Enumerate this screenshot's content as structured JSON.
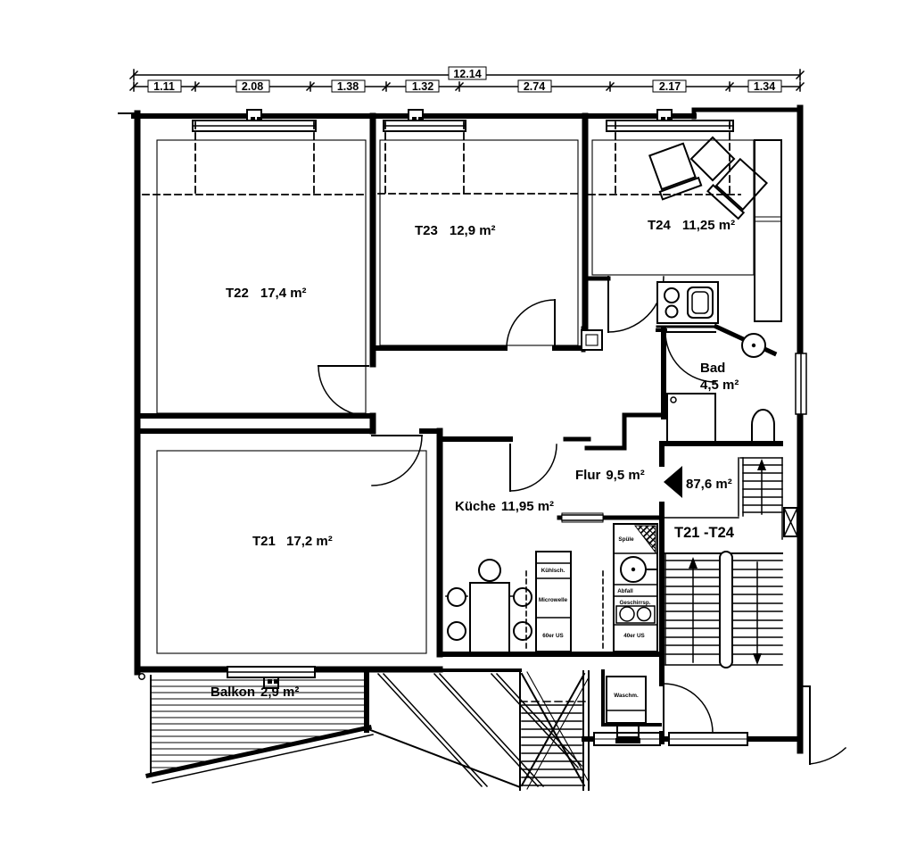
{
  "dimensions": {
    "total": "12.14",
    "segments": [
      "1.11",
      "2.08",
      "1.38",
      "1.32",
      "2.74",
      "2.17",
      "1.34"
    ]
  },
  "rooms": [
    {
      "id": "T22",
      "area": "17,4 m²"
    },
    {
      "id": "T23",
      "area": "12,9 m²"
    },
    {
      "id": "T24",
      "area": "11,25 m²"
    },
    {
      "id": "T21",
      "area": "17,2 m²"
    },
    {
      "id": "Küche",
      "area": "11,95 m²"
    },
    {
      "id": "Flur",
      "area": "9,5 m²"
    },
    {
      "id": "Bad",
      "area": "4,5 m²"
    },
    {
      "id": "Balkon",
      "area": "2,9 m²"
    }
  ],
  "summary": {
    "total_area": "87,6 m²",
    "unit_range": "T21 -T24"
  },
  "kitchen_labels": {
    "fridge": "Kühlsch.",
    "microwave": "Microwelle",
    "base60": "60er US",
    "sink": "Spüle",
    "waste": "Abfall",
    "dishwasher": "Geschirrsp.",
    "base40": "40er US"
  },
  "laundry": {
    "washer": "Waschm."
  },
  "colors": {
    "line": "#000000",
    "background": "#ffffff"
  }
}
